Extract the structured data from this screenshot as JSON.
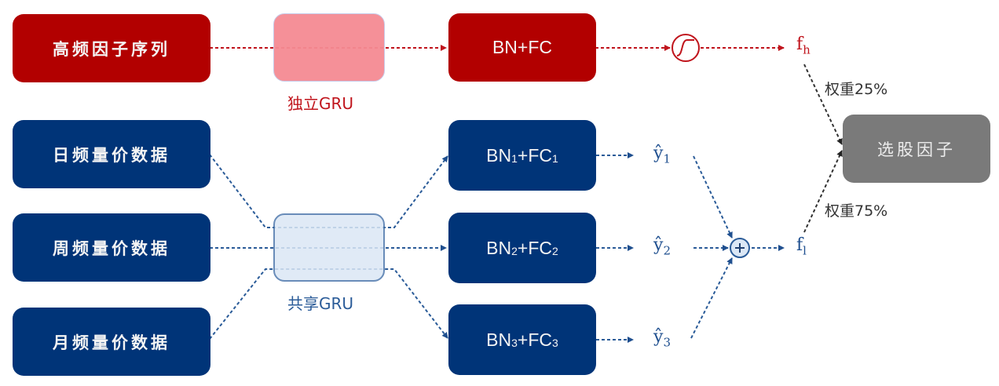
{
  "high_freq_branch": {
    "input_label": "高频因子序列",
    "gru_label": "独立GRU",
    "bnfc_label": "BN+FC",
    "activation_icon": "sigmoid-icon",
    "output_symbol": "f",
    "output_subscript": "h",
    "weight_label": "权重25%"
  },
  "low_freq_branch": {
    "inputs": [
      {
        "label": "日频量价数据"
      },
      {
        "label": "周频量价数据"
      },
      {
        "label": "月频量价数据"
      }
    ],
    "gru_label": "共享GRU",
    "heads": [
      {
        "bn": "BN",
        "fc": "FC",
        "index": "1",
        "output_symbol": "ŷ",
        "output_subscript": "1"
      },
      {
        "bn": "BN",
        "fc": "FC",
        "index": "2",
        "output_symbol": "ŷ",
        "output_subscript": "2"
      },
      {
        "bn": "BN",
        "fc": "FC",
        "index": "3",
        "output_symbol": "ŷ",
        "output_subscript": "3"
      }
    ],
    "sum_icon": "plus-circle-icon",
    "sum_symbol": "+",
    "output_symbol": "f",
    "output_subscript": "l",
    "weight_label": "权重75%"
  },
  "final_output": {
    "label": "选股因子"
  },
  "colors": {
    "high_freq": "#b20000",
    "high_freq_gru": "#f58b93",
    "low_freq": "#003478",
    "shared_gru": "#dbe7f5",
    "final": "#7a7a7a"
  }
}
